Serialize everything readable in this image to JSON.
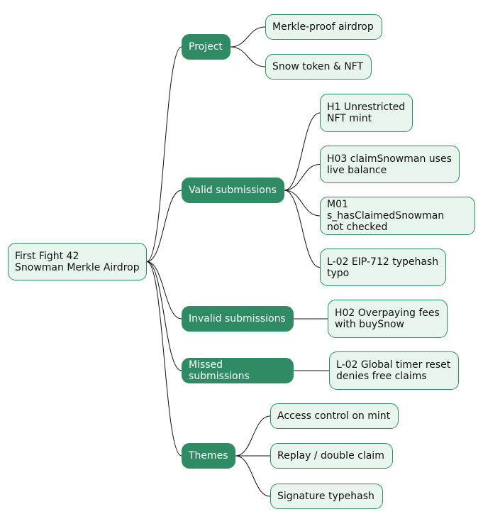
{
  "root": {
    "id": "root",
    "text": "First Fight 42\nSnowman Merkle Airdrop"
  },
  "branches": [
    {
      "id": "project",
      "text": "Project",
      "children": [
        {
          "id": "project-0",
          "text": "Merkle-proof airdrop"
        },
        {
          "id": "project-1",
          "text": "Snow token & NFT"
        }
      ]
    },
    {
      "id": "valid",
      "text": "Valid submissions",
      "children": [
        {
          "id": "valid-0",
          "text": "H1 Unrestricted\nNFT mint"
        },
        {
          "id": "valid-1",
          "text": "H03 claimSnowman uses\nlive balance"
        },
        {
          "id": "valid-2",
          "text": "M01 s_hasClaimedSnowman\nnot checked"
        },
        {
          "id": "valid-3",
          "text": "L-02 EIP-712 typehash\ntypo"
        }
      ]
    },
    {
      "id": "invalid",
      "text": "Invalid submissions",
      "children": [
        {
          "id": "invalid-0",
          "text": "H02 Overpaying fees\nwith buySnow"
        }
      ]
    },
    {
      "id": "missed",
      "text": "Missed submissions",
      "children": [
        {
          "id": "missed-0",
          "text": "L-02 Global timer reset\ndenies free claims"
        }
      ]
    },
    {
      "id": "themes",
      "text": "Themes",
      "children": [
        {
          "id": "themes-0",
          "text": "Access control on mint"
        },
        {
          "id": "themes-1",
          "text": "Replay / double claim"
        },
        {
          "id": "themes-2",
          "text": "Signature typehash"
        }
      ]
    }
  ]
}
